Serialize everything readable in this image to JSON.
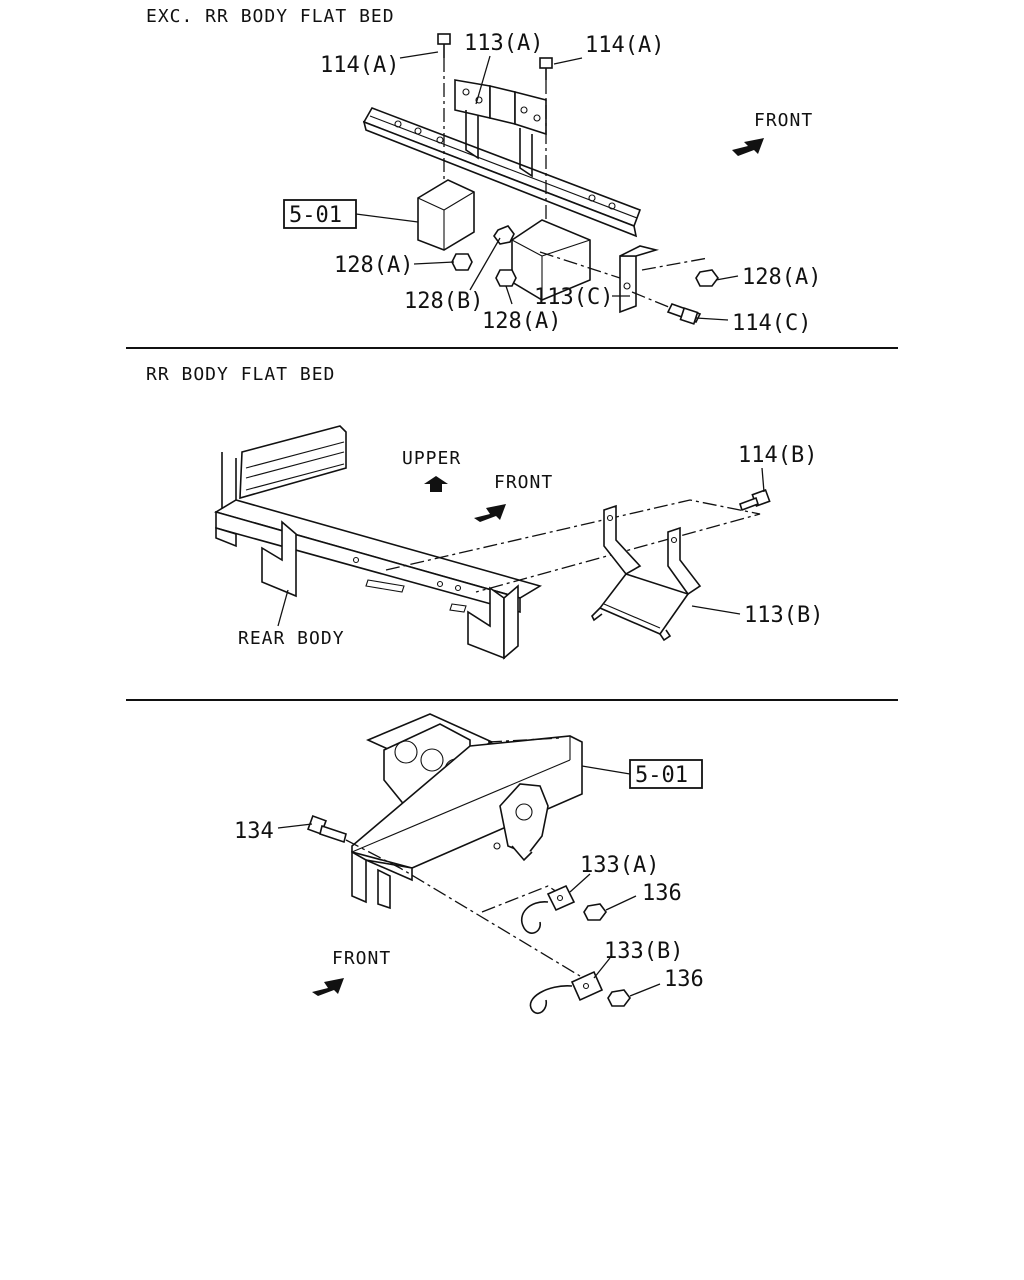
{
  "sections": [
    {
      "title": "EXC. RR BODY FLAT BED",
      "labels": {
        "l114a_left": "114(A)",
        "l113a": "113(A)",
        "l114a_right": "114(A)",
        "front": "FRONT",
        "ref501": "5-01",
        "l128a_left": "128(A)",
        "l128b": "128(B)",
        "l113c": "113(C)",
        "l128a_mid": "128(A)",
        "l128a_right": "128(A)",
        "l114c": "114(C)"
      }
    },
    {
      "title": "RR BODY FLAT BED",
      "labels": {
        "upper": "UPPER",
        "front": "FRONT",
        "l114b": "114(B)",
        "l113b": "113(B)",
        "rear_body": "REAR BODY"
      }
    },
    {
      "title": "",
      "labels": {
        "ref501": "5-01",
        "l134": "134",
        "l133a": "133(A)",
        "l136_top": "136",
        "l133b": "133(B)",
        "l136_bottom": "136",
        "front": "FRONT"
      }
    }
  ]
}
